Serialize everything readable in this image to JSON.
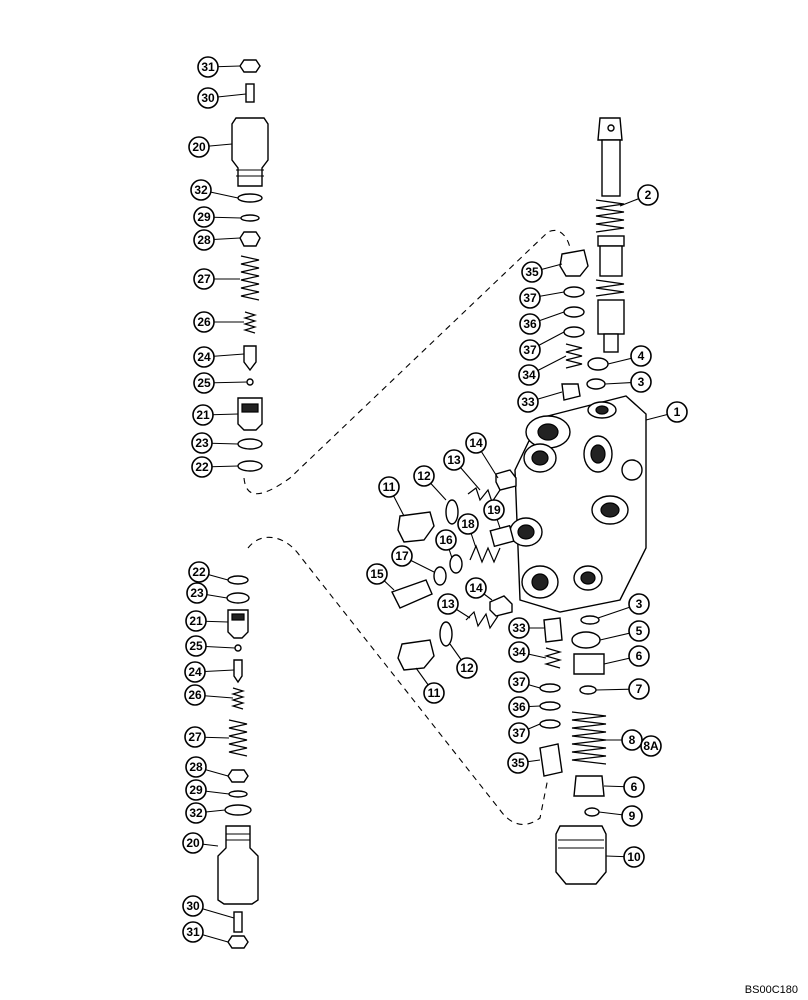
{
  "figure": {
    "code": "BS00C180"
  },
  "callouts": [
    {
      "label": "31"
    },
    {
      "label": "30"
    },
    {
      "label": "20"
    },
    {
      "label": "32"
    },
    {
      "label": "29"
    },
    {
      "label": "28"
    },
    {
      "label": "27"
    },
    {
      "label": "26"
    },
    {
      "label": "24"
    },
    {
      "label": "25"
    },
    {
      "label": "21"
    },
    {
      "label": "23"
    },
    {
      "label": "22"
    },
    {
      "label": "22"
    },
    {
      "label": "23"
    },
    {
      "label": "21"
    },
    {
      "label": "25"
    },
    {
      "label": "24"
    },
    {
      "label": "26"
    },
    {
      "label": "27"
    },
    {
      "label": "28"
    },
    {
      "label": "29"
    },
    {
      "label": "32"
    },
    {
      "label": "20"
    },
    {
      "label": "30"
    },
    {
      "label": "31"
    },
    {
      "label": "2"
    },
    {
      "label": "35"
    },
    {
      "label": "37"
    },
    {
      "label": "36"
    },
    {
      "label": "37"
    },
    {
      "label": "34"
    },
    {
      "label": "4"
    },
    {
      "label": "3"
    },
    {
      "label": "33"
    },
    {
      "label": "1"
    },
    {
      "label": "14"
    },
    {
      "label": "13"
    },
    {
      "label": "12"
    },
    {
      "label": "11"
    },
    {
      "label": "19"
    },
    {
      "label": "18"
    },
    {
      "label": "16"
    },
    {
      "label": "17"
    },
    {
      "label": "15"
    },
    {
      "label": "14"
    },
    {
      "label": "13"
    },
    {
      "label": "12"
    },
    {
      "label": "11"
    },
    {
      "label": "3"
    },
    {
      "label": "33"
    },
    {
      "label": "5"
    },
    {
      "label": "34"
    },
    {
      "label": "6"
    },
    {
      "label": "7"
    },
    {
      "label": "37"
    },
    {
      "label": "36"
    },
    {
      "label": "37"
    },
    {
      "label": "8"
    },
    {
      "label": "8A"
    },
    {
      "label": "35"
    },
    {
      "label": "6"
    },
    {
      "label": "9"
    },
    {
      "label": "10"
    }
  ]
}
